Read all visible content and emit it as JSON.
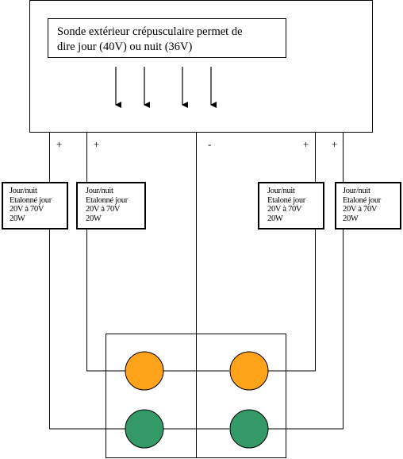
{
  "sensor": {
    "line1": "Sonde extérieur crépusculaire permet de",
    "line2": "dire jour (40V) ou nuit (36V)"
  },
  "terminals": {
    "t1": "+",
    "t2": "+",
    "t3": "-",
    "t4": "+",
    "t5": "+"
  },
  "modules": [
    {
      "line1": "Jour/nuit",
      "line2": "Etalonné jour",
      "line3": "20V à 70V",
      "line4": "20W"
    },
    {
      "line1": "Jour/nuit",
      "line2": "Etalonné jour",
      "line3": "20V à 70V",
      "line4": "20W"
    },
    {
      "line1": "Jour/nuit",
      "line2": "Etaloné jour",
      "line3": "20V à 70V",
      "line4": "20W"
    },
    {
      "line1": "Jour/nuit",
      "line2": "Etaloné jour",
      "line3": "20V à 70V",
      "line4": "20W"
    }
  ],
  "colors": {
    "lamp_day": "#ffa31a",
    "lamp_night": "#339966",
    "line": "#000000"
  }
}
